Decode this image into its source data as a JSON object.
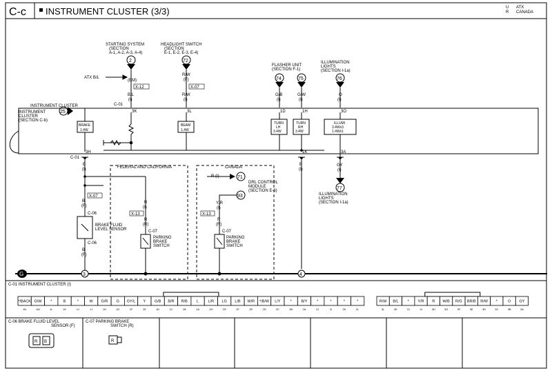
{
  "header": {
    "code": "C-c",
    "title": "INSTRUMENT CLUSTER (3/3)",
    "corner": [
      "ATX",
      "CANADA"
    ],
    "corner_marks": [
      "U",
      "R"
    ]
  },
  "refs": {
    "starting": {
      "num": "2",
      "lines": [
        "STARTING SYSTEM",
        "(SECTION",
        "A-1, A-2, A-3, A-4)"
      ]
    },
    "headlight": {
      "num": "72",
      "lines": [
        "HEADLIGHT SWITCH",
        "(SECTION",
        "E-1, E-2, E-3, E-4)"
      ]
    },
    "flasher": {
      "num": "74",
      "lines": [
        "FLASHER UNIT",
        "(SECTION F-1)"
      ]
    },
    "flasher2": {
      "num": "75"
    },
    "illum_top": {
      "num": "76",
      "lines": [
        "ILLUMINATION",
        "LIGHTS",
        "(SECTION I-1a)"
      ]
    },
    "illum_bottom": {
      "num": "77",
      "lines": [
        "ILLUMINATION",
        "LIGHTS",
        "(SECTION I-1a)"
      ]
    },
    "cluster_ref": {
      "num": "25",
      "lines": [
        "INSTRUMENT",
        "CLUSTER",
        "(SECTION C-b)"
      ]
    },
    "dal": {
      "num": "71",
      "lines": [
        "DRL CONTROL",
        "MODULE",
        "(SECTION E-6)"
      ]
    },
    "dal2": {
      "num": "93"
    }
  },
  "labels": {
    "atx": "ATX B/L",
    "instrument_cluster": "INSTRUMENT CLUSTER",
    "c01": "C-01",
    "federal": "FEDERAL AND CALIFORNIA",
    "canada": "CANADA",
    "brake_fluid": [
      "BRAKE FLUID",
      "LEVEL SENSOR"
    ],
    "parking_brake": [
      "PARKING",
      "BRAKE",
      "SWITCH"
    ],
    "c06": "C-06",
    "c07": "C-07",
    "r_i": "R (I)",
    "ground": "G"
  },
  "wires": {
    "bl": "B/L",
    "rw": "R/W",
    "gb": "G/B",
    "gw": "G/W",
    "o": "O",
    "gy": "GY",
    "b": "B",
    "r": "R",
    "yr": "Y/R",
    "em": "(EM)",
    "f": "(F)",
    "i": "(I)",
    "r_paren": "(R)",
    "x12": "X-12",
    "x07": "X-07",
    "x13": "X-13"
  },
  "pins": {
    "p3k": "3K",
    "p3l": "3L",
    "p1d": "1D",
    "p1h": "1H",
    "p3o": "3O",
    "p3h": "3H",
    "p1k": "1K",
    "p3a": "3A"
  },
  "components": {
    "brake": [
      "BRAKE",
      "1.4W"
    ],
    "beam": [
      "BEAM",
      "1.4W"
    ],
    "turn_lh": [
      "TURN",
      "LH",
      "3.4W"
    ],
    "turn_rh": [
      "TURN",
      "RH",
      "3.4W"
    ],
    "illumi": [
      "ILLUMI",
      "3.4Wx3",
      "1.4Wx1"
    ]
  },
  "nodes": {
    "n3": "3",
    "n4": "4"
  },
  "connector_c01": {
    "title": "C-01 INSTRUMENT CLUSTER (I)",
    "left_cells": [
      "*/BACK",
      "G/W",
      "*",
      "B",
      "*",
      "W",
      "G/R",
      "G",
      "GY/L",
      "Y",
      "G/B",
      "B/R",
      "R/B",
      "L",
      "L/R",
      "LG",
      "L/B",
      "W/R",
      "*/B/W",
      "L/Y",
      "*",
      "B/Y",
      "*",
      "*",
      "*",
      "*"
    ],
    "left_pins": [
      "1N",
      "1M",
      "1L",
      "1K",
      "1J",
      "1I",
      "1H",
      "1G",
      "1F",
      "1E",
      "1D",
      "1C",
      "1B",
      "1A",
      "2H",
      "2G",
      "2F",
      "2E",
      "2D",
      "2C",
      "2B",
      "2A",
      "2J",
      "2I",
      "2K",
      "2L"
    ],
    "right_cells": [
      "R/W",
      "B/L",
      "*",
      "Y/R",
      "R",
      "W/B",
      "R/G",
      "BR/B",
      "R/W",
      "*",
      "O",
      "GY"
    ],
    "right_pins": [
      "3L",
      "3K",
      "3J",
      "3I",
      "3H",
      "3G",
      "3F",
      "3E",
      "3D",
      "3C",
      "3B",
      "3A"
    ]
  },
  "connector_c06": {
    "title": [
      "C-06 BRAKE FLUID LEVEL",
      "SENSOR (F)"
    ],
    "cells": [
      "R",
      "B"
    ]
  },
  "connector_c07": {
    "title": [
      "C-07 PARKING BRAKE",
      "SWITCH (R)"
    ],
    "cells": [
      "R"
    ]
  }
}
